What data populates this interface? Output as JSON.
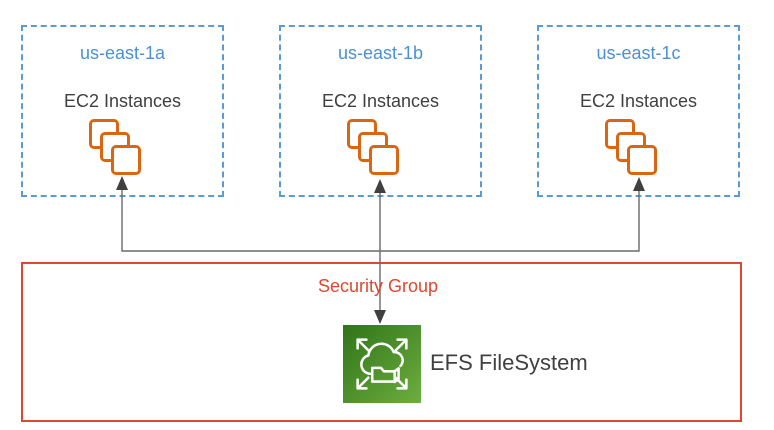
{
  "diagram": {
    "availability_zones": [
      {
        "label": "us-east-1a",
        "resource": "EC2 Instances",
        "icon": "ec2-instances-stack-icon"
      },
      {
        "label": "us-east-1b",
        "resource": "EC2 Instances",
        "icon": "ec2-instances-stack-icon"
      },
      {
        "label": "us-east-1c",
        "resource": "EC2 Instances",
        "icon": "ec2-instances-stack-icon"
      }
    ],
    "security_group": {
      "label": "Security Group"
    },
    "efs": {
      "label": "EFS FileSystem",
      "icon": "efs-icon"
    },
    "connections": [
      {
        "from": "EFS FileSystem",
        "to": "EC2 Instances (us-east-1a)",
        "arrowheads": "up"
      },
      {
        "from": "EFS FileSystem",
        "to": "EC2 Instances (us-east-1b)",
        "arrowheads": "both"
      },
      {
        "from": "EFS FileSystem",
        "to": "EC2 Instances (us-east-1c)",
        "arrowheads": "up"
      }
    ],
    "colors": {
      "background": "#FFFFFF",
      "zone_border": "#5B9BD5",
      "zone_label": "#4A90D9",
      "text": "#404040",
      "ec2_icon": "#D86613",
      "connector_line": "#6A6A6A",
      "arrowhead": "#404040",
      "security_red": "#E0472E",
      "efs_green_dark": "#30741A",
      "efs_green_light": "#6CAE3E"
    }
  }
}
